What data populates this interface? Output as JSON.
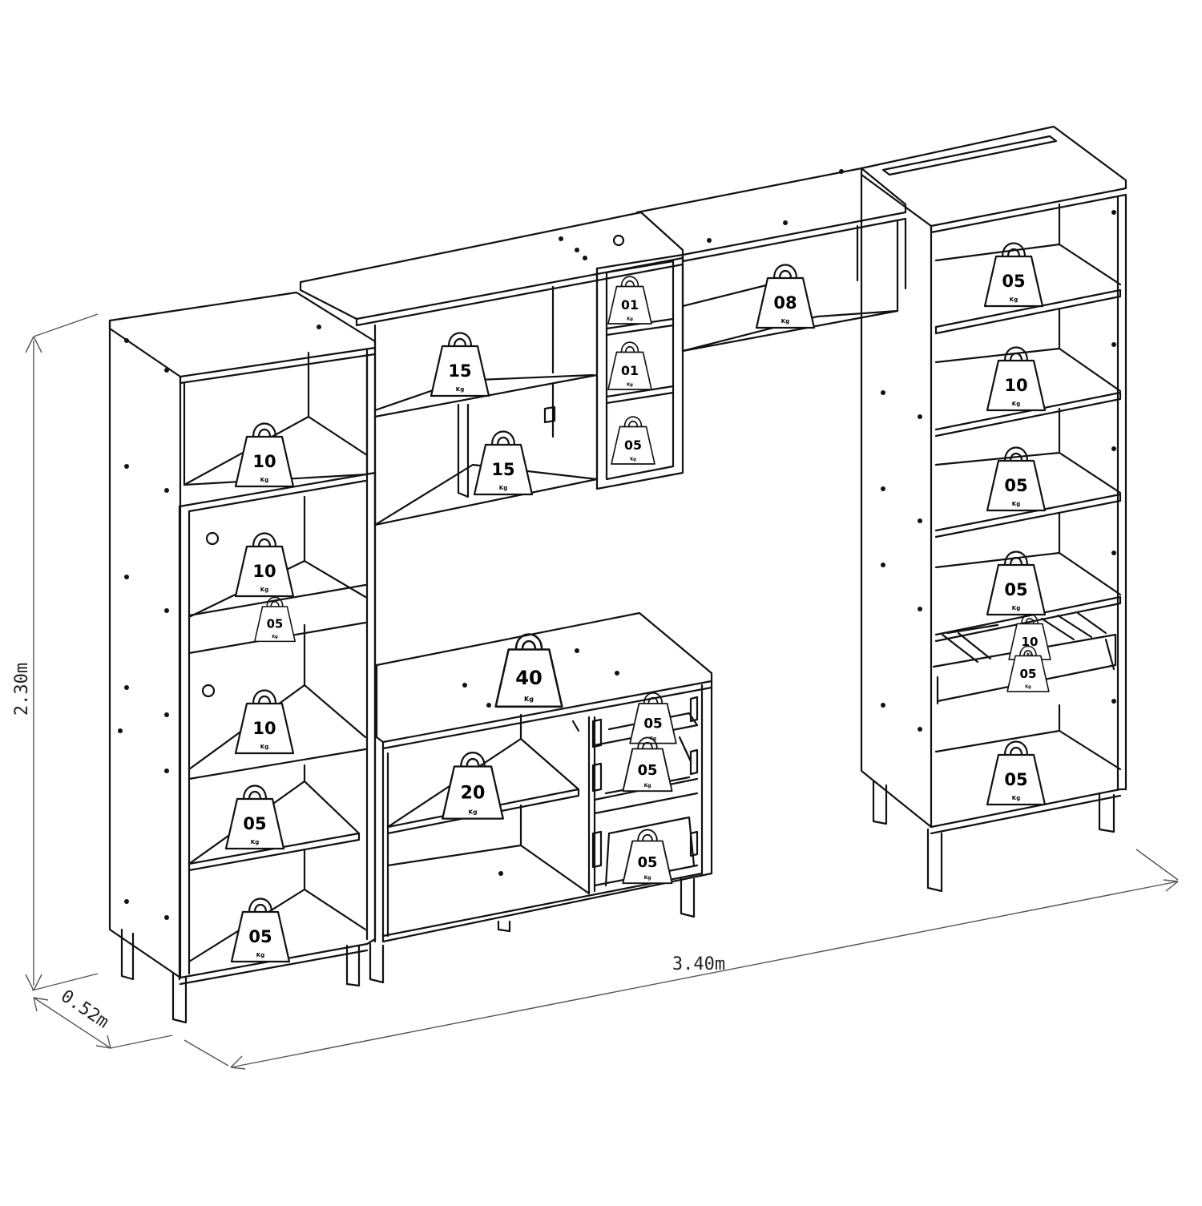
{
  "dimensions": {
    "height": "2.30m",
    "width": "3.40m",
    "depth": "0.52m"
  },
  "colors": {
    "line": "#111111",
    "dimension_line": "#555555",
    "background": "#ffffff"
  },
  "unit_label": "Kg",
  "weight_labels": {
    "left_top": "10",
    "left_door_1": "10",
    "left_door_2": "05",
    "left_door_3": "10",
    "left_lower_1": "05",
    "left_lower_2": "05",
    "upper_center_1": "15",
    "upper_center_2": "15",
    "upper_narrow_1": "01",
    "upper_narrow_2": "01",
    "upper_narrow_3": "05",
    "bridge": "08",
    "sideboard_top": "40",
    "sideboard_shelf": "20",
    "drawer_1": "05",
    "drawer_2": "05",
    "drawer_3": "05",
    "right_1": "05",
    "right_2": "10",
    "right_3": "05",
    "right_4": "05",
    "right_rack_1": "10",
    "right_rack_2": "05",
    "right_bottom": "05"
  }
}
